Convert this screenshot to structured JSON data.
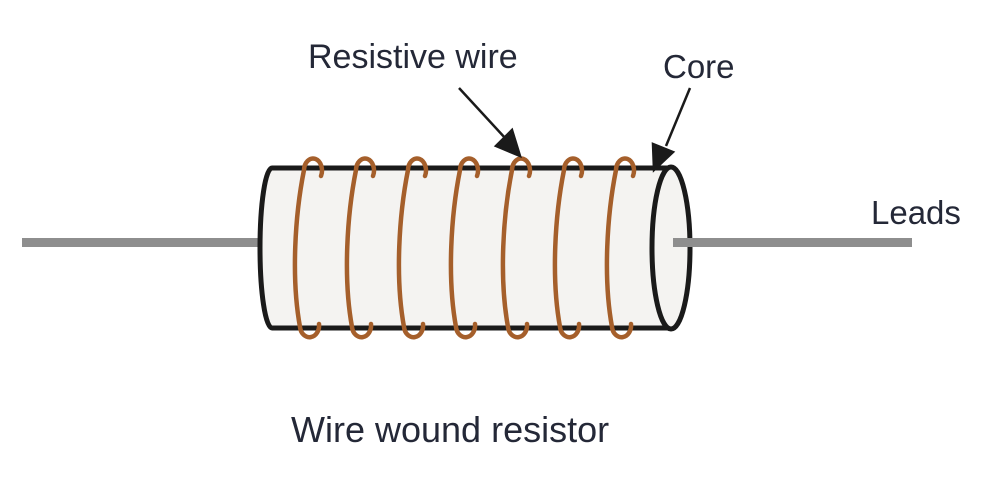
{
  "diagram": {
    "title": "Wire wound resistor",
    "labels": {
      "resistive_wire": "Resistive wire",
      "core": "Core",
      "leads": "Leads"
    },
    "coil": {
      "turns": 7
    },
    "colors": {
      "coil_wire": "#a55f2b",
      "outline": "#1a1a1a",
      "lead": "#8e8e8e",
      "body_fill": "#f4f3f1",
      "text": "#242837",
      "background": "#ffffff"
    }
  }
}
